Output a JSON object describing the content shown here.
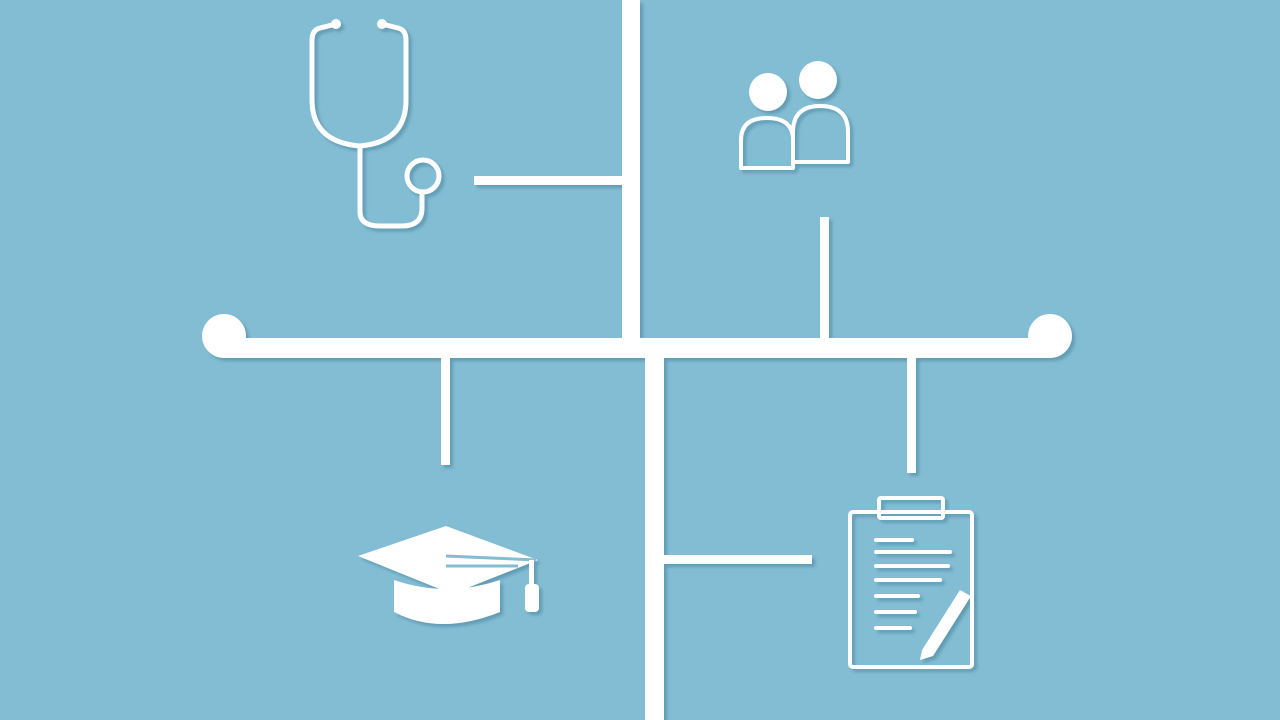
{
  "diagram": {
    "colors": {
      "background": "#83bdd4",
      "line": "#ffffff",
      "shadow": "#5e9bb3"
    },
    "nodes": [
      {
        "id": "stethoscope",
        "icon": "stethoscope-icon"
      },
      {
        "id": "people",
        "icon": "people-icon"
      },
      {
        "id": "education",
        "icon": "graduation-cap-icon"
      },
      {
        "id": "records",
        "icon": "clipboard-icon"
      }
    ]
  }
}
